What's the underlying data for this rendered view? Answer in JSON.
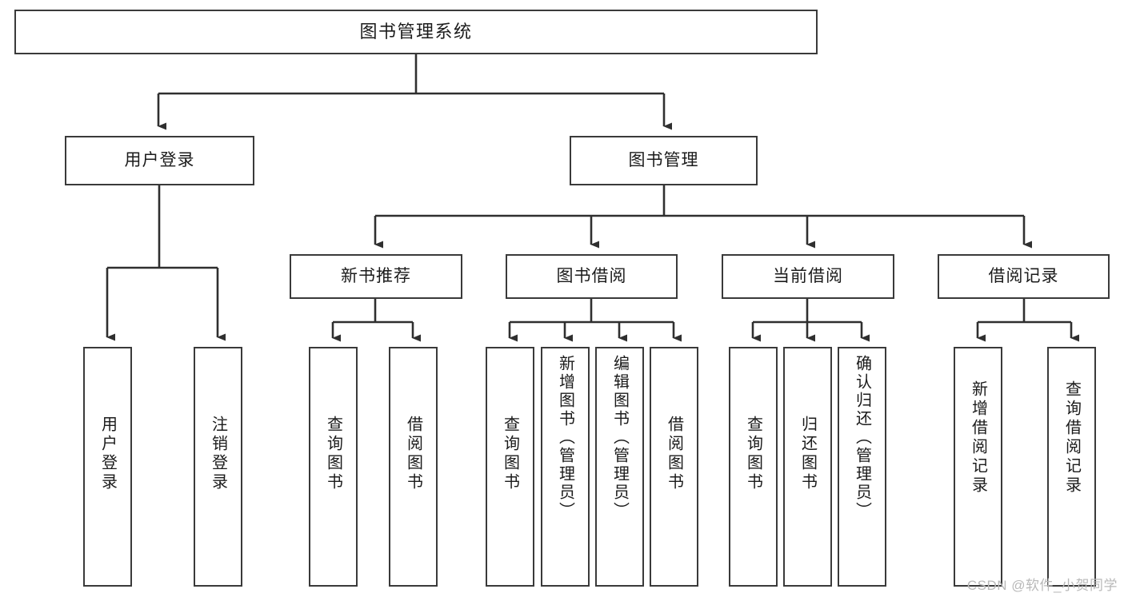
{
  "diagram": {
    "title": "图书管理系统",
    "type": "tree-hierarchy-chart",
    "root": {
      "label": "图书管理系统"
    },
    "level2": [
      {
        "label": "用户登录"
      },
      {
        "label": "图书管理"
      }
    ],
    "level3": [
      {
        "label": "新书推荐"
      },
      {
        "label": "图书借阅"
      },
      {
        "label": "当前借阅"
      },
      {
        "label": "借阅记录"
      }
    ],
    "leaves": {
      "user_login": [
        {
          "label": "用户登录"
        },
        {
          "label": "注销登录"
        }
      ],
      "new_book_recommend": [
        {
          "label": "查询图书"
        },
        {
          "label": "借阅图书"
        }
      ],
      "book_borrow": [
        {
          "label": "查询图书"
        },
        {
          "label": "新增图书（管理员）"
        },
        {
          "label": "编辑图书（管理员）"
        },
        {
          "label": "借阅图书"
        }
      ],
      "current_borrow": [
        {
          "label": "查询图书"
        },
        {
          "label": "归还图书"
        },
        {
          "label": "确认归还（管理员）"
        }
      ],
      "borrow_record": [
        {
          "label": "新增借阅记录"
        },
        {
          "label": "查询借阅记录"
        }
      ]
    }
  },
  "watermark": {
    "text": "CSDN @软件_小贺同学"
  },
  "colors": {
    "box_border": "#3a3a3a",
    "box_fill": "#ffffff",
    "connector": "#2f2f2f",
    "text": "#1b1b1b",
    "watermark": "#b9b9b9",
    "background": "#ffffff"
  }
}
